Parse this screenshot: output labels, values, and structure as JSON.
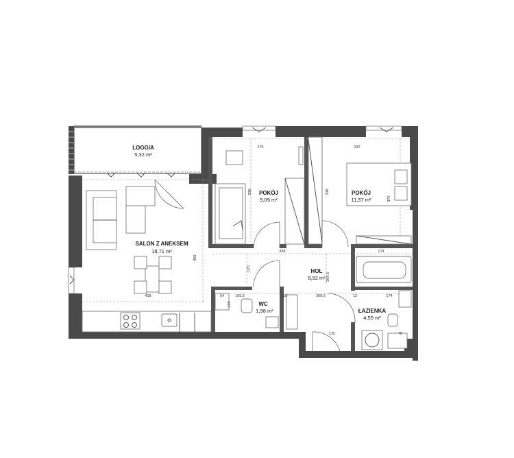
{
  "rooms": [
    {
      "id": "loggia",
      "name": "LOGGIA",
      "area": "5,32 m²"
    },
    {
      "id": "salon",
      "name": "SALON Z ANEKSEM",
      "area": "18,71 m²"
    },
    {
      "id": "pokoj1",
      "name": "POKÓJ",
      "area": "9,09 m²"
    },
    {
      "id": "pokoj2",
      "name": "POKÓJ",
      "area": "11,57 m²"
    },
    {
      "id": "hol",
      "name": "HOL",
      "area": "8,92 m²"
    },
    {
      "id": "wc",
      "name": "WC",
      "area": "1,98 m²"
    },
    {
      "id": "lazienka",
      "name": "ŁAZIENKA",
      "area": "4,55 m²"
    }
  ],
  "dimensions": [
    "276",
    "332",
    "336",
    "336",
    "372",
    "438",
    "174",
    "456",
    "125",
    "418",
    "54",
    "165,5",
    "18",
    "200,5",
    "12",
    "174",
    "125",
    "139",
    "78",
    "209,5"
  ]
}
